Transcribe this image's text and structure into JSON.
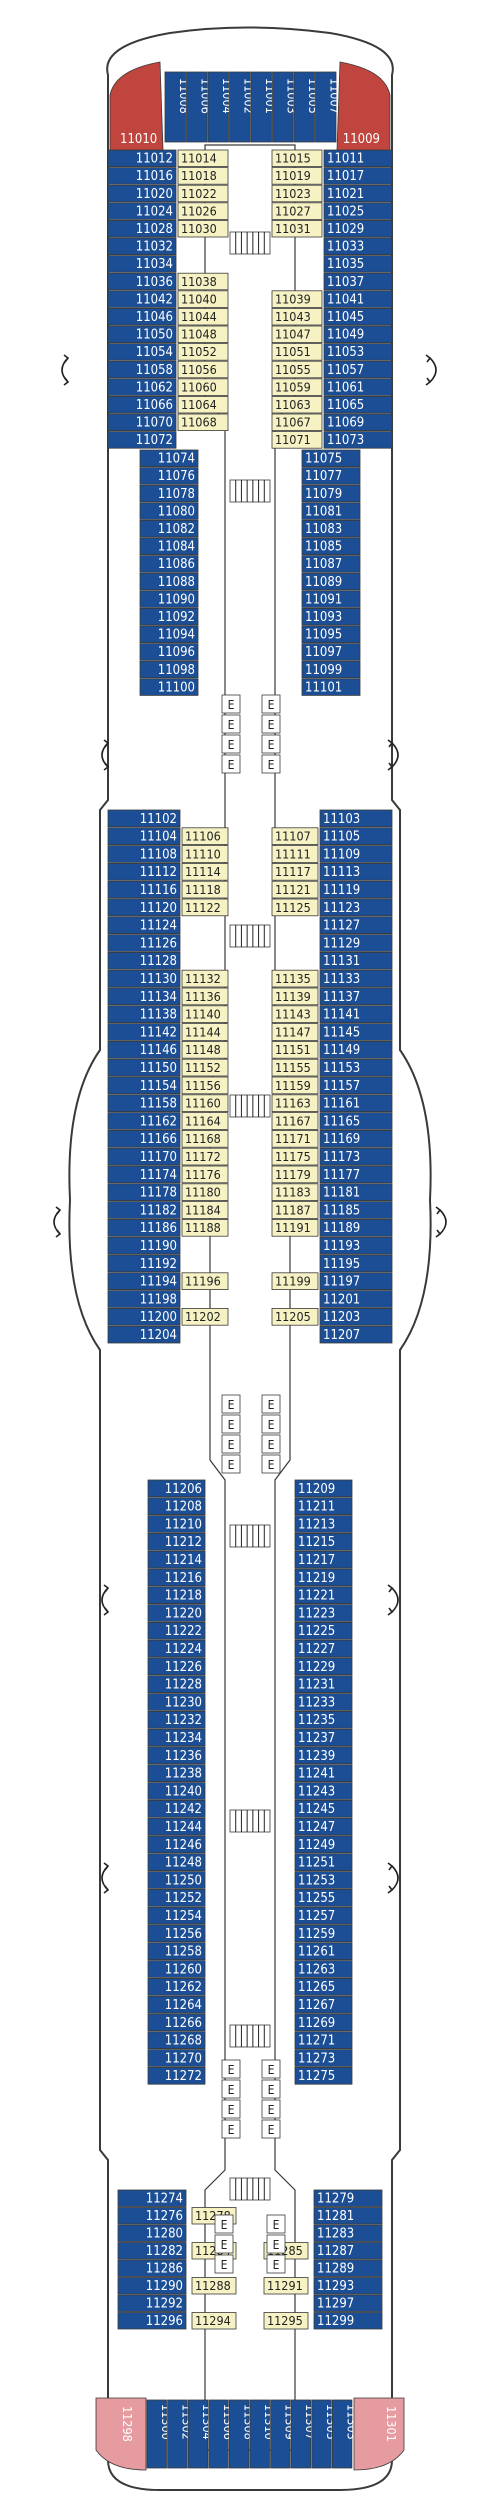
{
  "colors": {
    "balcony": "#1B4E95",
    "inside": "#F6F2C4",
    "suite": "#C0453E",
    "suite_pink": "#E59BA0",
    "outline": "#3A3A3A",
    "hull": "#FFFFFF",
    "corridor": "#FFFFFF"
  },
  "legend_icons": [
    "stairs-icon",
    "elevator-icon",
    "arrow-icon"
  ],
  "elevator_label": "E",
  "bow": {
    "suite_left": "11010",
    "suite_right": "11009",
    "top_row": [
      "11008",
      "11006",
      "11004",
      "11002",
      "11001",
      "11003",
      "11005",
      "11007"
    ]
  },
  "stern": {
    "suite_left": "11298",
    "suite_right": "11301",
    "bottom_row": [
      "11300",
      "11302",
      "11304",
      "11306",
      "11308",
      "11310",
      "11309",
      "11307",
      "11305",
      "11303"
    ]
  },
  "sections": [
    {
      "rows": [
        [
          "11012",
          "11014",
          "11015",
          "11011"
        ],
        [
          "11016",
          "11018",
          "11019",
          "11017"
        ],
        [
          "11020",
          "11022",
          "11023",
          "11021"
        ],
        [
          "11024",
          "11026",
          "11027",
          "11025"
        ],
        [
          "11028",
          "11030",
          "11031",
          "11029"
        ],
        [
          "11032",
          "",
          "",
          "11033"
        ],
        [
          "11034",
          "",
          "",
          "11035"
        ],
        [
          "11036",
          "11038",
          "",
          "11037"
        ],
        [
          "11042",
          "11040",
          "11039",
          "11041"
        ],
        [
          "11046",
          "11044",
          "11043",
          "11045"
        ],
        [
          "11050",
          "11048",
          "11047",
          "11049"
        ],
        [
          "11054",
          "11052",
          "11051",
          "11053"
        ],
        [
          "11058",
          "11056",
          "11055",
          "11057"
        ],
        [
          "11062",
          "11060",
          "11059",
          "11061"
        ],
        [
          "11066",
          "11064",
          "11063",
          "11065"
        ],
        [
          "11070",
          "11068",
          "11067",
          "11069"
        ],
        [
          "11072",
          "",
          "11071",
          "11073"
        ]
      ]
    },
    {
      "rows": [
        [
          "11074",
          "",
          "",
          "11075"
        ],
        [
          "11076",
          "",
          "",
          "11077"
        ],
        [
          "11078",
          "",
          "",
          "11079"
        ],
        [
          "11080",
          "",
          "",
          "11081"
        ],
        [
          "11082",
          "",
          "",
          "11083"
        ],
        [
          "11084",
          "",
          "",
          "11085"
        ],
        [
          "11086",
          "",
          "",
          "11087"
        ],
        [
          "11088",
          "",
          "",
          "11089"
        ],
        [
          "11090",
          "",
          "",
          "11091"
        ],
        [
          "11092",
          "",
          "",
          "11093"
        ],
        [
          "11094",
          "",
          "",
          "11095"
        ],
        [
          "11096",
          "",
          "",
          "11097"
        ],
        [
          "11098",
          "",
          "",
          "11099"
        ],
        [
          "11100",
          "",
          "",
          "11101"
        ]
      ]
    },
    {
      "rows": [
        [
          "11102",
          "",
          "",
          "11103"
        ],
        [
          "11104",
          "11106",
          "11107",
          "11105"
        ],
        [
          "11108",
          "11110",
          "11111",
          "11109"
        ],
        [
          "11112",
          "11114",
          "11117",
          "11113"
        ],
        [
          "11116",
          "11118",
          "11121",
          "11119"
        ],
        [
          "11120",
          "11122",
          "11125",
          "11123"
        ],
        [
          "11124",
          "",
          "",
          "11127"
        ],
        [
          "11126",
          "",
          "",
          "11129"
        ],
        [
          "11128",
          "",
          "",
          "11131"
        ],
        [
          "11130",
          "11132",
          "11135",
          "11133"
        ],
        [
          "11134",
          "11136",
          "11139",
          "11137"
        ],
        [
          "11138",
          "11140",
          "11143",
          "11141"
        ],
        [
          "11142",
          "11144",
          "11147",
          "11145"
        ],
        [
          "11146",
          "11148",
          "11151",
          "11149"
        ],
        [
          "11150",
          "11152",
          "11155",
          "11153"
        ],
        [
          "11154",
          "11156",
          "11159",
          "11157"
        ],
        [
          "11158",
          "11160",
          "11163",
          "11161"
        ],
        [
          "11162",
          "11164",
          "11167",
          "11165"
        ],
        [
          "11166",
          "11168",
          "11171",
          "11169"
        ],
        [
          "11170",
          "11172",
          "11175",
          "11173"
        ],
        [
          "11174",
          "11176",
          "11179",
          "11177"
        ],
        [
          "11178",
          "11180",
          "11183",
          "11181"
        ],
        [
          "11182",
          "11184",
          "11187",
          "11185"
        ],
        [
          "11186",
          "11188",
          "11191",
          "11189"
        ],
        [
          "11190",
          "",
          "",
          "11193"
        ],
        [
          "11192",
          "",
          "",
          "11195"
        ],
        [
          "11194",
          "11196",
          "11199",
          "11197"
        ],
        [
          "11198",
          "",
          "",
          "11201"
        ],
        [
          "11200",
          "11202",
          "11205",
          "11203"
        ],
        [
          "11204",
          "",
          "",
          "11207"
        ]
      ]
    },
    {
      "rows": [
        [
          "11206",
          "",
          "",
          "11209"
        ],
        [
          "11208",
          "",
          "",
          "11211"
        ],
        [
          "11210",
          "",
          "",
          "11213"
        ],
        [
          "11212",
          "",
          "",
          "11215"
        ],
        [
          "11214",
          "",
          "",
          "11217"
        ],
        [
          "11216",
          "",
          "",
          "11219"
        ],
        [
          "11218",
          "",
          "",
          "11221"
        ],
        [
          "11220",
          "",
          "",
          "11223"
        ],
        [
          "11222",
          "",
          "",
          "11225"
        ],
        [
          "11224",
          "",
          "",
          "11227"
        ],
        [
          "11226",
          "",
          "",
          "11229"
        ],
        [
          "11228",
          "",
          "",
          "11231"
        ],
        [
          "11230",
          "",
          "",
          "11233"
        ],
        [
          "11232",
          "",
          "",
          "11235"
        ],
        [
          "11234",
          "",
          "",
          "11237"
        ],
        [
          "11236",
          "",
          "",
          "11239"
        ],
        [
          "11238",
          "",
          "",
          "11241"
        ],
        [
          "11240",
          "",
          "",
          "11243"
        ],
        [
          "11242",
          "",
          "",
          "11245"
        ],
        [
          "11244",
          "",
          "",
          "11247"
        ],
        [
          "11246",
          "",
          "",
          "11249"
        ],
        [
          "11248",
          "",
          "",
          "11251"
        ],
        [
          "11250",
          "",
          "",
          "11253"
        ],
        [
          "11252",
          "",
          "",
          "11255"
        ],
        [
          "11254",
          "",
          "",
          "11257"
        ],
        [
          "11256",
          "",
          "",
          "11259"
        ],
        [
          "11258",
          "",
          "",
          "11261"
        ],
        [
          "11260",
          "",
          "",
          "11263"
        ],
        [
          "11262",
          "",
          "",
          "11265"
        ],
        [
          "11264",
          "",
          "",
          "11267"
        ],
        [
          "11266",
          "",
          "",
          "11269"
        ],
        [
          "11268",
          "",
          "",
          "11271"
        ],
        [
          "11270",
          "",
          "",
          "11273"
        ],
        [
          "11272",
          "",
          "",
          "11275"
        ]
      ]
    },
    {
      "rows": [
        [
          "11274",
          "",
          "",
          "11279"
        ],
        [
          "11276",
          "11278",
          "",
          "11281"
        ],
        [
          "11280",
          "",
          "",
          "11283"
        ],
        [
          "11282",
          "11284",
          "11285",
          "11287"
        ],
        [
          "11286",
          "",
          "",
          "11289"
        ],
        [
          "11290",
          "11288",
          "11291",
          "11293"
        ],
        [
          "11292",
          "",
          "",
          "11297"
        ],
        [
          "11296",
          "11294",
          "11295",
          "11299"
        ]
      ]
    }
  ]
}
